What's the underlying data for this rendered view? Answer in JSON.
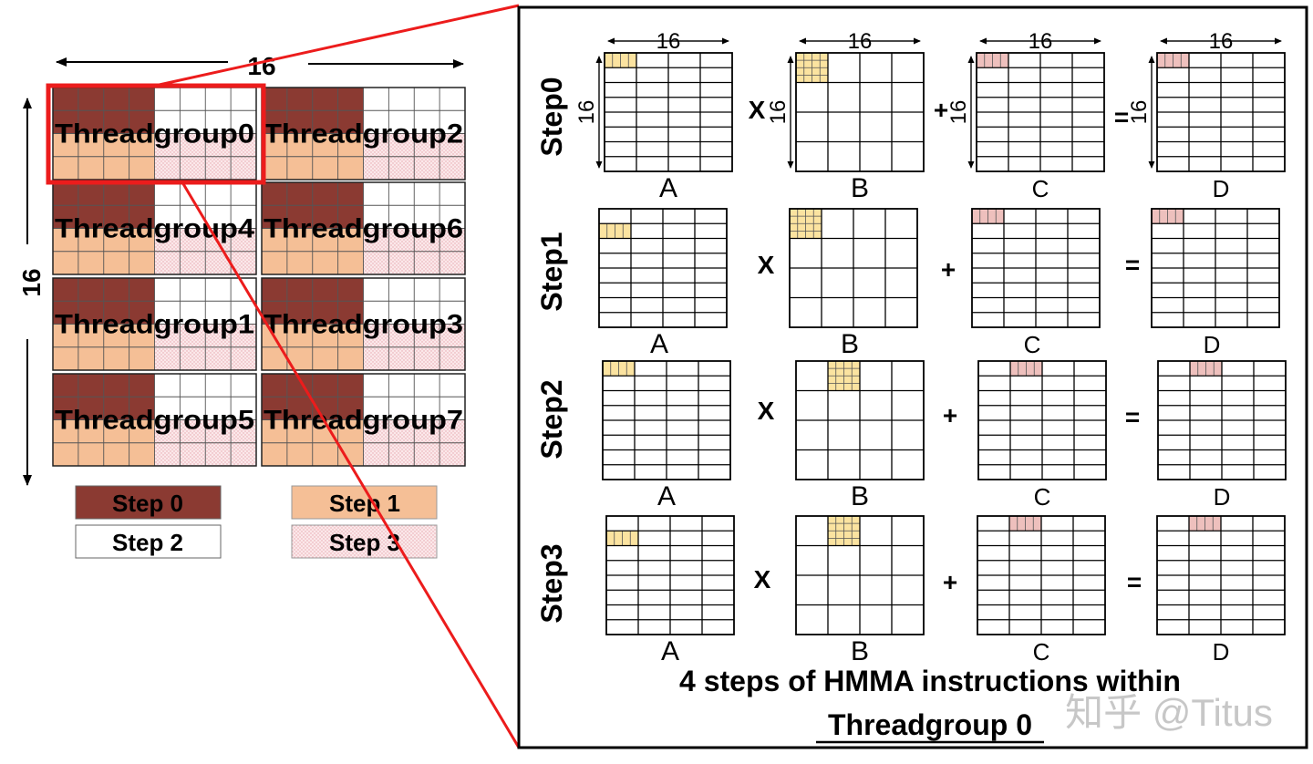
{
  "colors": {
    "step0": "#8b3a32",
    "step1": "#f5bf96",
    "step2": "#ffffff",
    "step3": "#fbe8ea",
    "highlight_red": "#ec1c1c",
    "frag_yellow": "#fbe3a0",
    "frag_pink": "#eec0bd"
  },
  "left": {
    "dim_top": "16",
    "dim_left": "16",
    "threadgroups": [
      {
        "label": "Threadgroup0"
      },
      {
        "label": "Threadgroup2"
      },
      {
        "label": "Threadgroup4"
      },
      {
        "label": "Threadgroup6"
      },
      {
        "label": "Threadgroup1"
      },
      {
        "label": "Threadgroup3"
      },
      {
        "label": "Threadgroup5"
      },
      {
        "label": "Threadgroup7"
      }
    ],
    "legend": [
      {
        "label": "Step 0",
        "swatch": "step0"
      },
      {
        "label": "Step 1",
        "swatch": "step1"
      },
      {
        "label": "Step 2",
        "swatch": "step2"
      },
      {
        "label": "Step 3",
        "swatch": "step3"
      }
    ]
  },
  "right": {
    "dim": "16",
    "steps": [
      {
        "label": "Step0",
        "matrices": [
          "A",
          "B",
          "C",
          "D"
        ],
        "ops": [
          "X",
          "+",
          "="
        ]
      },
      {
        "label": "Step1",
        "matrices": [
          "A",
          "B",
          "C",
          "D"
        ],
        "ops": [
          "X",
          "+",
          "="
        ]
      },
      {
        "label": "Step2",
        "matrices": [
          "A",
          "B",
          "C",
          "D"
        ],
        "ops": [
          "X",
          "+",
          "="
        ]
      },
      {
        "label": "Step3",
        "matrices": [
          "A",
          "B",
          "C",
          "D"
        ],
        "ops": [
          "X",
          "+",
          "="
        ]
      }
    ],
    "caption_line1": "4 steps of  HMMA instructions within",
    "caption_line2": "Threadgroup 0"
  },
  "watermark": "知乎 @Titus"
}
